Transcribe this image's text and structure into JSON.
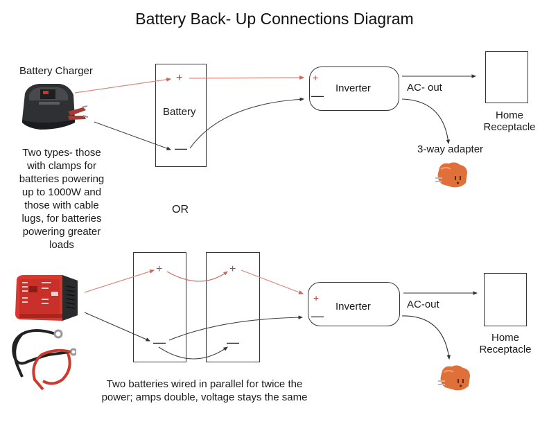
{
  "title": "Battery Back- Up Connections Diagram",
  "top_section": {
    "charger_label": "Battery Charger",
    "charger_note": [
      "Two types- those",
      "with clamps for",
      "batteries powering",
      "up to 1000W and",
      "those with cable",
      "lugs, for batteries",
      "powering greater",
      "loads"
    ],
    "battery_label": "Battery",
    "battery_plus": "+",
    "battery_minus": "—",
    "inverter_label": "Inverter",
    "inverter_plus": "+",
    "inverter_minus": "—",
    "ac_out_label": "AC- out",
    "receptacle_label_line1": "Home",
    "receptacle_label_line2": "Receptacle",
    "adapter_label": "3-way adapter"
  },
  "or_label": "OR",
  "bottom_section": {
    "battery1_plus": "+",
    "battery1_minus": "—",
    "battery2_plus": "+",
    "battery2_minus": "—",
    "inverter_label": "Inverter",
    "inverter_plus": "+",
    "inverter_minus": "—",
    "ac_out_label": "AC-out",
    "receptacle_label_line1": "Home",
    "receptacle_label_line2": "Receptacle",
    "caption_line1": "Two batteries wired in parallel for twice the",
    "caption_line2": "power; amps double, voltage stays the same"
  },
  "colors": {
    "positive_wire": "#d9897f",
    "negative_wire": "#444444",
    "adapter_orange": "#e0703a",
    "charger_red": "#d9382e",
    "charger_dark": "#2f3033"
  }
}
